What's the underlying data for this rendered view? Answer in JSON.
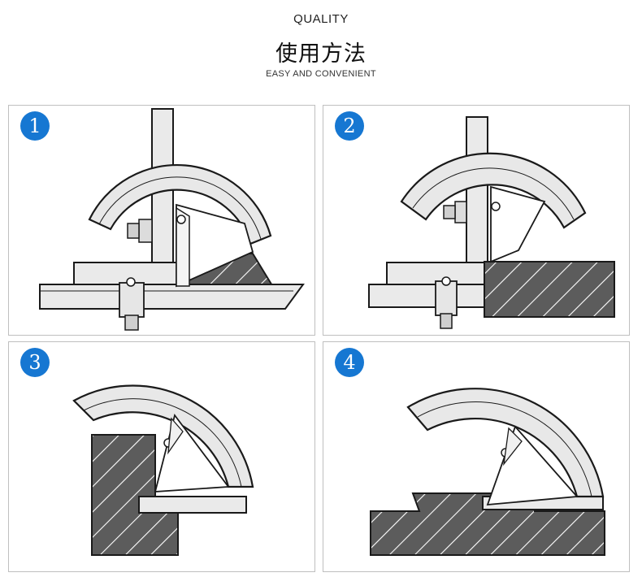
{
  "header": {
    "quality": "QUALITY",
    "title": "使用方法",
    "subtitle": "EASY AND CONVENIENT"
  },
  "colors": {
    "badge": "#1677d2",
    "hatch": "#5c5c5c",
    "tool_fill": "#e8e8e8",
    "outline": "#1a1a1a"
  },
  "panels": [
    {
      "number": "1",
      "scenario": "protractor-measuring-angle-on-straightedge"
    },
    {
      "number": "2",
      "scenario": "protractor-on-block-corner"
    },
    {
      "number": "3",
      "scenario": "inside-angle-step"
    },
    {
      "number": "4",
      "scenario": "bevel-on-stepped-block"
    }
  ]
}
